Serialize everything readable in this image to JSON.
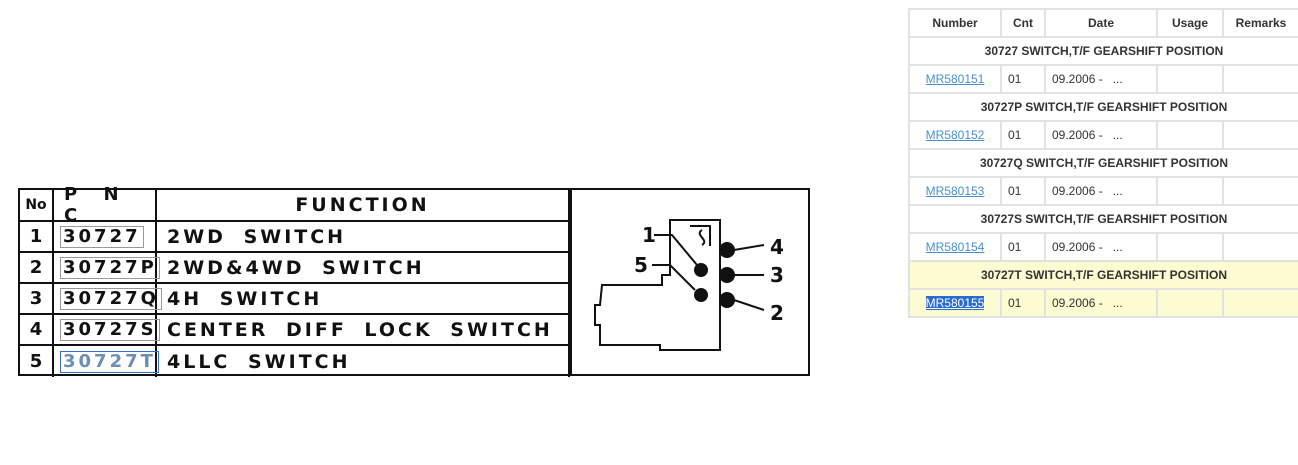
{
  "diagram": {
    "headers": {
      "no": "No",
      "pnc": "P N C",
      "function": "FUNCTION"
    },
    "rows": [
      {
        "no": "1",
        "pnc": "30727",
        "function": "2WD SWITCH"
      },
      {
        "no": "2",
        "pnc": "30727P",
        "function": "2WD&4WD SWITCH"
      },
      {
        "no": "3",
        "pnc": "30727Q",
        "function": "4H SWITCH"
      },
      {
        "no": "4",
        "pnc": "30727S",
        "function": "CENTER DIFF LOCK SWITCH"
      },
      {
        "no": "5",
        "pnc": "30727T",
        "function": "4LLC SWITCH"
      }
    ],
    "pins": [
      "1",
      "2",
      "3",
      "4",
      "5"
    ]
  },
  "parts": {
    "headers": [
      "Number",
      "Cnt",
      "Date",
      "Usage",
      "Remarks"
    ],
    "groups": [
      {
        "title": "30727 SWITCH,T/F GEARSHIFT POSITION",
        "number": "MR580151",
        "cnt": "01",
        "date": "09.2006 -   ..."
      },
      {
        "title": "30727P SWITCH,T/F GEARSHIFT POSITION",
        "number": "MR580152",
        "cnt": "01",
        "date": "09.2006 -   ..."
      },
      {
        "title": "30727Q SWITCH,T/F GEARSHIFT POSITION",
        "number": "MR580153",
        "cnt": "01",
        "date": "09.2006 -   ..."
      },
      {
        "title": "30727S SWITCH,T/F GEARSHIFT POSITION",
        "number": "MR580154",
        "cnt": "01",
        "date": "09.2006 -   ..."
      },
      {
        "title": "30727T SWITCH,T/F GEARSHIFT POSITION",
        "number": "MR580155",
        "cnt": "01",
        "date": "09.2006 -   ..."
      }
    ],
    "highlight_color": "#fdfbd2"
  }
}
